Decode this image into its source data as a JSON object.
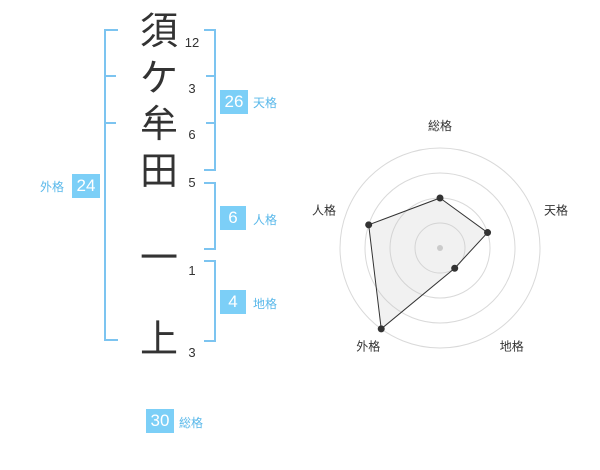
{
  "name": {
    "characters": [
      {
        "char": "須",
        "strokes": "12"
      },
      {
        "char": "ケ",
        "strokes": "3"
      },
      {
        "char": "牟",
        "strokes": "6"
      },
      {
        "char": "田",
        "strokes": "5"
      },
      {
        "char": "一",
        "strokes": "1"
      },
      {
        "char": "上",
        "strokes": "3"
      }
    ]
  },
  "fortune": {
    "tenkaku": {
      "value": "26",
      "label": "天格"
    },
    "jinkaku": {
      "value": "6",
      "label": "人格"
    },
    "chikaku": {
      "value": "4",
      "label": "地格"
    },
    "gaikaku": {
      "value": "24",
      "label": "外格"
    },
    "soukaku": {
      "value": "30",
      "label": "総格"
    }
  },
  "colors": {
    "bracket": "#7cc4f0",
    "badge_bg": "#7ccff7",
    "badge_label": "#59b8ea",
    "text": "#333333"
  },
  "chart_data": {
    "type": "radar",
    "axes": [
      "総格",
      "天格",
      "地格",
      "外格",
      "人格"
    ],
    "rings": 4,
    "scale_max": 4,
    "values": [
      2,
      2,
      1,
      4,
      3
    ]
  }
}
